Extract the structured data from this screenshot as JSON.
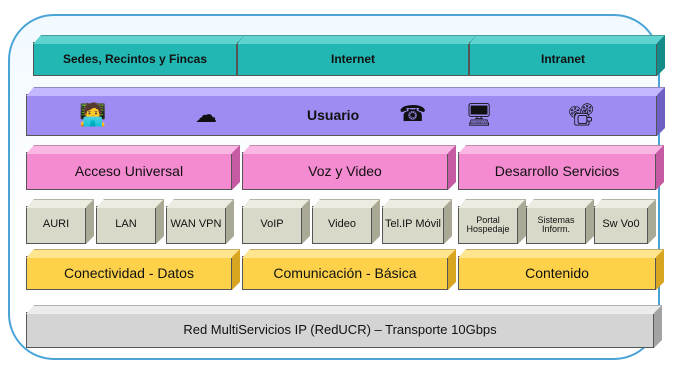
{
  "header": [
    "Sedes, Recintos y Fincas",
    "Internet",
    "Intranet"
  ],
  "usuario": {
    "label": "Usuario"
  },
  "icons": [
    "computer-user-icon",
    "network-cloud-icon",
    "telephone-icon",
    "dashboard-monitor-icon",
    "video-projector-icon"
  ],
  "services": [
    "Acceso Universal",
    "Voz y Video",
    "Desarrollo Servicios"
  ],
  "subservices": [
    [
      "AURI",
      "LAN",
      "WAN VPN"
    ],
    [
      "VoIP",
      "Video",
      "Tel.IP Móvil"
    ],
    [
      "Portal Hospedaje",
      "Sistemas Inform.",
      "Sw Vo0"
    ]
  ],
  "foundations": [
    "Conectividad - Datos",
    "Comunicación - Básica",
    "Contenido"
  ],
  "base": {
    "label": "Red MultiServicios IP (RedUCR) – Transporte 10Gbps"
  },
  "colors": {
    "teal": "#22b7b3",
    "purple": "#9e8cf2",
    "pink": "#f48ad0",
    "grey": "#d9d9c9",
    "yellow": "#fdd24a",
    "base": "#d4d4d4",
    "frame": "#4aa3d6"
  }
}
